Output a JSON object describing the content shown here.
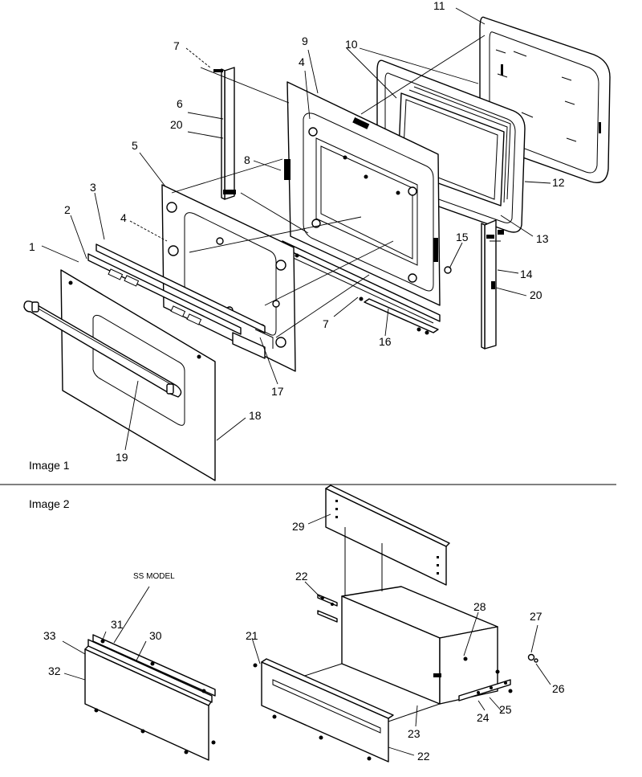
{
  "panels": {
    "image1_caption": "Image 1",
    "image2_caption": "Image 2",
    "ss_model_note": "SS MODEL"
  },
  "callouts": {
    "c1": "1",
    "c2": "2",
    "c3": "3",
    "c4": "4",
    "c4b": "4",
    "c5": "5",
    "c6": "6",
    "c7": "7",
    "c7b": "7",
    "c8": "8",
    "c9": "9",
    "c10": "10",
    "c11": "11",
    "c12": "12",
    "c13": "13",
    "c14": "14",
    "c15": "15",
    "c16": "16",
    "c17": "17",
    "c18": "18",
    "c19": "19",
    "c20": "20",
    "c20b": "20",
    "c21": "21",
    "c22": "22",
    "c22b": "22",
    "c23": "23",
    "c24": "24",
    "c25": "25",
    "c26": "26",
    "c27": "27",
    "c28": "28",
    "c29": "29",
    "c30": "30",
    "c31": "31",
    "c32": "32",
    "c33": "33"
  }
}
